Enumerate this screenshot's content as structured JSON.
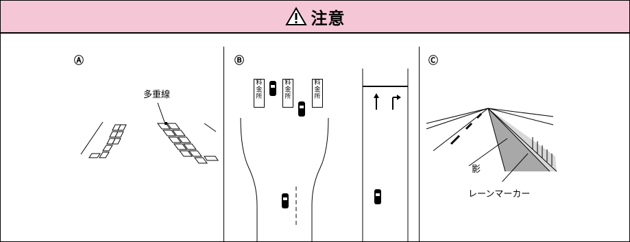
{
  "header": {
    "title": "注意",
    "icon": "warning-triangle-icon"
  },
  "panels": [
    {
      "id": "A",
      "label": "Ⓐ",
      "annotation": "多重線"
    },
    {
      "id": "B",
      "label": "Ⓑ",
      "toll_signs": [
        "料金所",
        "料金所",
        "料金所"
      ]
    },
    {
      "id": "C",
      "label": "Ⓒ",
      "annotations": [
        "影",
        "レーンマーカー"
      ]
    }
  ],
  "colors": {
    "header_bg": "#f4c6d6",
    "line": "#000000"
  }
}
